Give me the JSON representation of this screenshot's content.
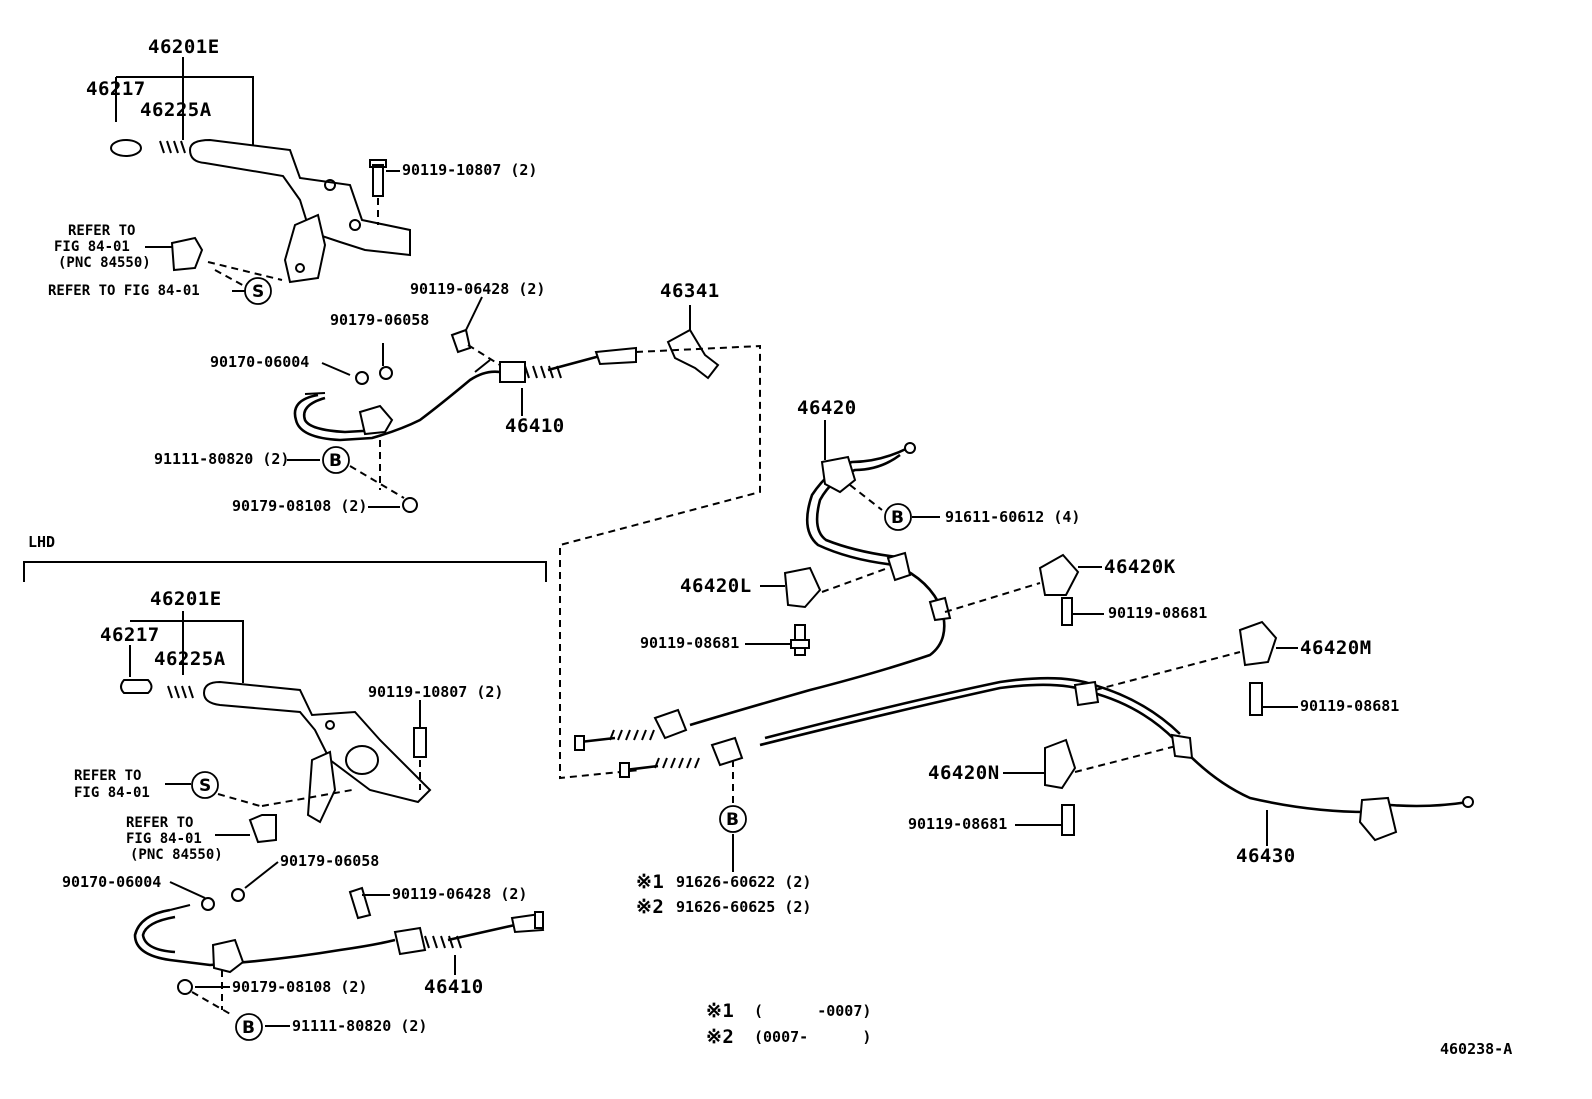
{
  "diagram": {
    "id": "460238-A",
    "section_lhd": "LHD",
    "note_mark_1": "※1",
    "note_mark_2": "※2",
    "notes": [
      {
        "mark": "※1",
        "range": "(      -0007)"
      },
      {
        "mark": "※2",
        "range": "(0007-      )"
      }
    ],
    "symbols": {
      "b": "B",
      "s": "S"
    }
  },
  "labels": {
    "top_lever": "46201E",
    "top_grip": "46217",
    "top_spring": "46225A",
    "top_bolt": "90119-10807 (2)",
    "top_refer_fig": "REFER TO",
    "top_refer_fig2": "FIG 84-01",
    "top_refer_pnc": "(PNC 84550)",
    "top_refer_s": "REFER TO FIG 84-01",
    "top_bolt_06428": "90119-06428 (2)",
    "top_nut_06058": "90179-06058",
    "top_nut_06004": "90170-06004",
    "top_cable": "46410",
    "top_bolt_80820": "91111-80820 (2)",
    "top_nut_08108": "90179-08108 (2)",
    "equalizer": "46341",
    "cable_46420": "46420",
    "bolt_60612": "91611-60612 (4)",
    "clamp_L": "46420L",
    "clamp_K": "46420K",
    "clamp_M": "46420M",
    "clamp_N": "46420N",
    "bolt_08681": "90119-08681",
    "cable_46430": "46430",
    "bolt_60622": "91626-60622 (2)",
    "bolt_60625": "91626-60625 (2)",
    "lhd_lever": "46201E",
    "lhd_grip": "46217",
    "lhd_spring": "46225A",
    "lhd_bolt": "90119-10807 (2)",
    "lhd_refer1": "REFER TO",
    "lhd_refer1b": "FIG 84-01",
    "lhd_refer2": "REFER TO",
    "lhd_refer2b": "FIG 84-01",
    "lhd_refer_pnc": "(PNC 84550)",
    "lhd_nut_06058": "90179-06058",
    "lhd_nut_06004": "90170-06004",
    "lhd_bolt_06428": "90119-06428 (2)",
    "lhd_nut_08108": "90179-08108 (2)",
    "lhd_cable": "46410",
    "lhd_bolt_80820": "91111-80820 (2)"
  }
}
